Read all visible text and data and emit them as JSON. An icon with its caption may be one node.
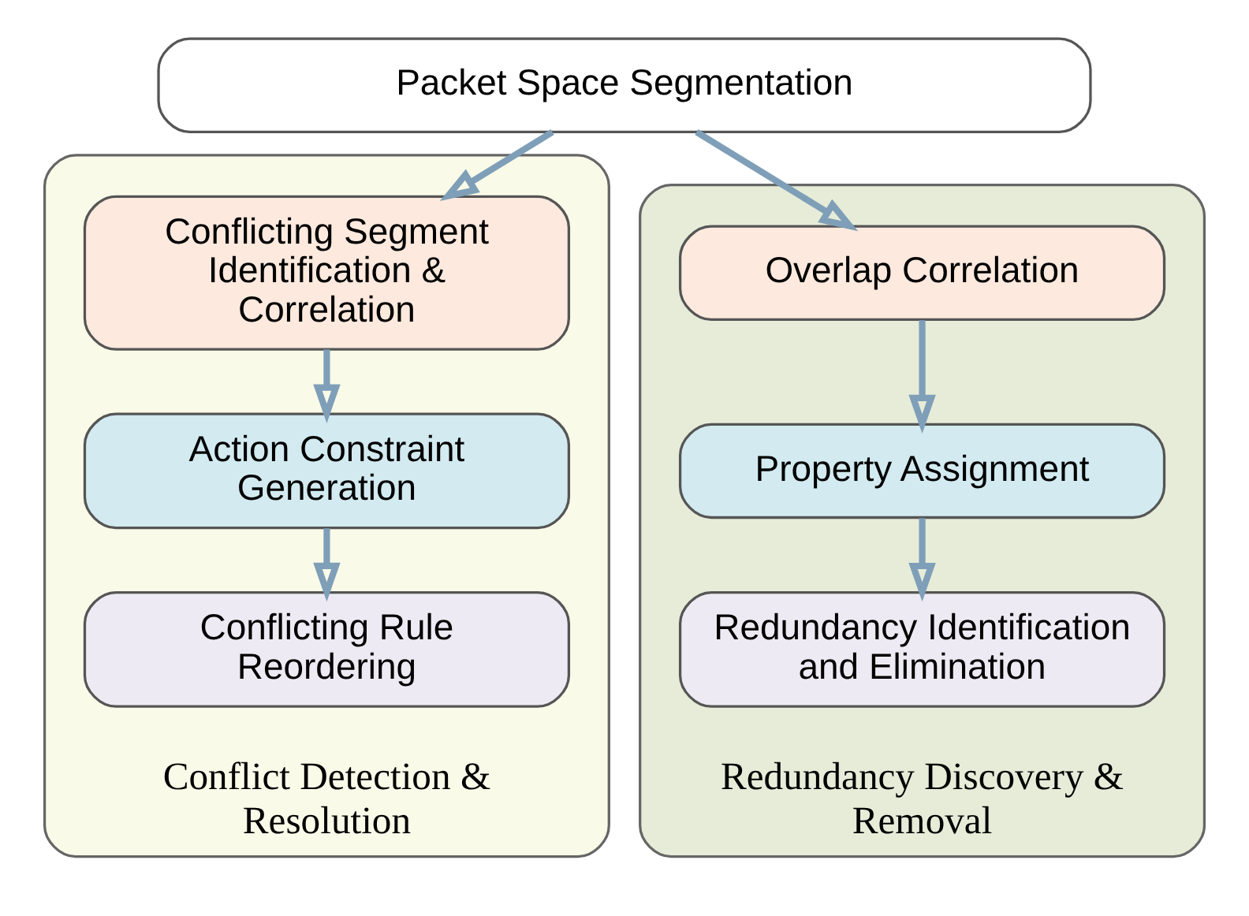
{
  "diagram": {
    "nodes": [
      {
        "text": [
          "Packet Space Segmentation"
        ]
      },
      {
        "text": [
          "Conflict Detection & Resolution"
        ]
      },
      {
        "text": [
          "Conflicting Segment Identification & Correlation"
        ],
        "in": 1
      },
      {
        "text": [
          "Action Constraint Generation"
        ],
        "in": 1
      },
      {
        "text": [
          "Conflicting Rule Reordering"
        ],
        "in": 1
      },
      {
        "text": [
          "Redundancy Discovery & Removal"
        ]
      },
      {
        "text": [
          "Overlap Correlation"
        ],
        "in": 5
      },
      {
        "text": [
          "Property Assignment"
        ],
        "in": 5
      },
      {
        "text": [
          "Redundancy Identification and Elimination"
        ],
        "in": 5
      }
    ],
    "edges": [
      {
        "from": 0,
        "to": 2,
        "arrow": "to"
      },
      {
        "from": 2,
        "to": 3,
        "arrow": "to"
      },
      {
        "from": 3,
        "to": 4,
        "arrow": "to"
      },
      {
        "from": 0,
        "to": 6,
        "arrow": "to"
      },
      {
        "from": 6,
        "to": 7,
        "arrow": "to"
      },
      {
        "from": 7,
        "to": 8,
        "arrow": "to"
      }
    ]
  }
}
